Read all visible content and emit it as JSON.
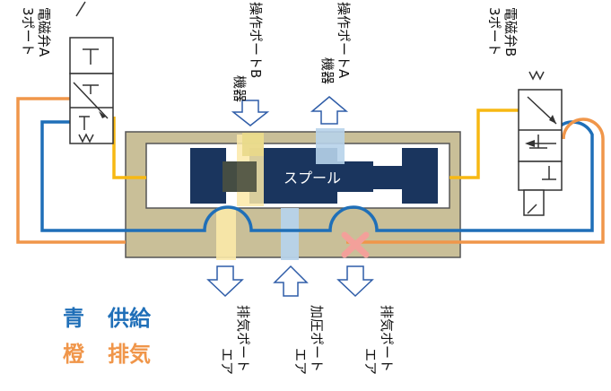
{
  "colors": {
    "supply_blue": "#1f6fb8",
    "exhaust_orange": "#f0964a",
    "signal_yellow": "#f7b813",
    "body_tan": "#c9bf98",
    "spool_navy": "#1a355e",
    "port_light_blue": "#b7d3ea",
    "port_light_yellow": "#fbe9a8",
    "x_mark_pink": "#f3a09a"
  },
  "labels": {
    "valve_a": [
      "3ポート",
      "電磁弁A"
    ],
    "valve_b": [
      "3ポート",
      "電磁弁B"
    ],
    "device_port_b": [
      "機器",
      "操作ポートB"
    ],
    "device_port_a": [
      "機器",
      "操作ポートA"
    ],
    "spool": "スプール",
    "air_exhaust_port": [
      "エア",
      "排気ポート"
    ],
    "air_pressure_port": [
      "エア",
      "加圧ポート"
    ],
    "air_exhaust_port_2": [
      "エア",
      "排気ポート"
    ]
  },
  "legend": {
    "blue_word": "青",
    "blue_meaning": "供給",
    "orange_word": "橙",
    "orange_meaning": "排気"
  }
}
